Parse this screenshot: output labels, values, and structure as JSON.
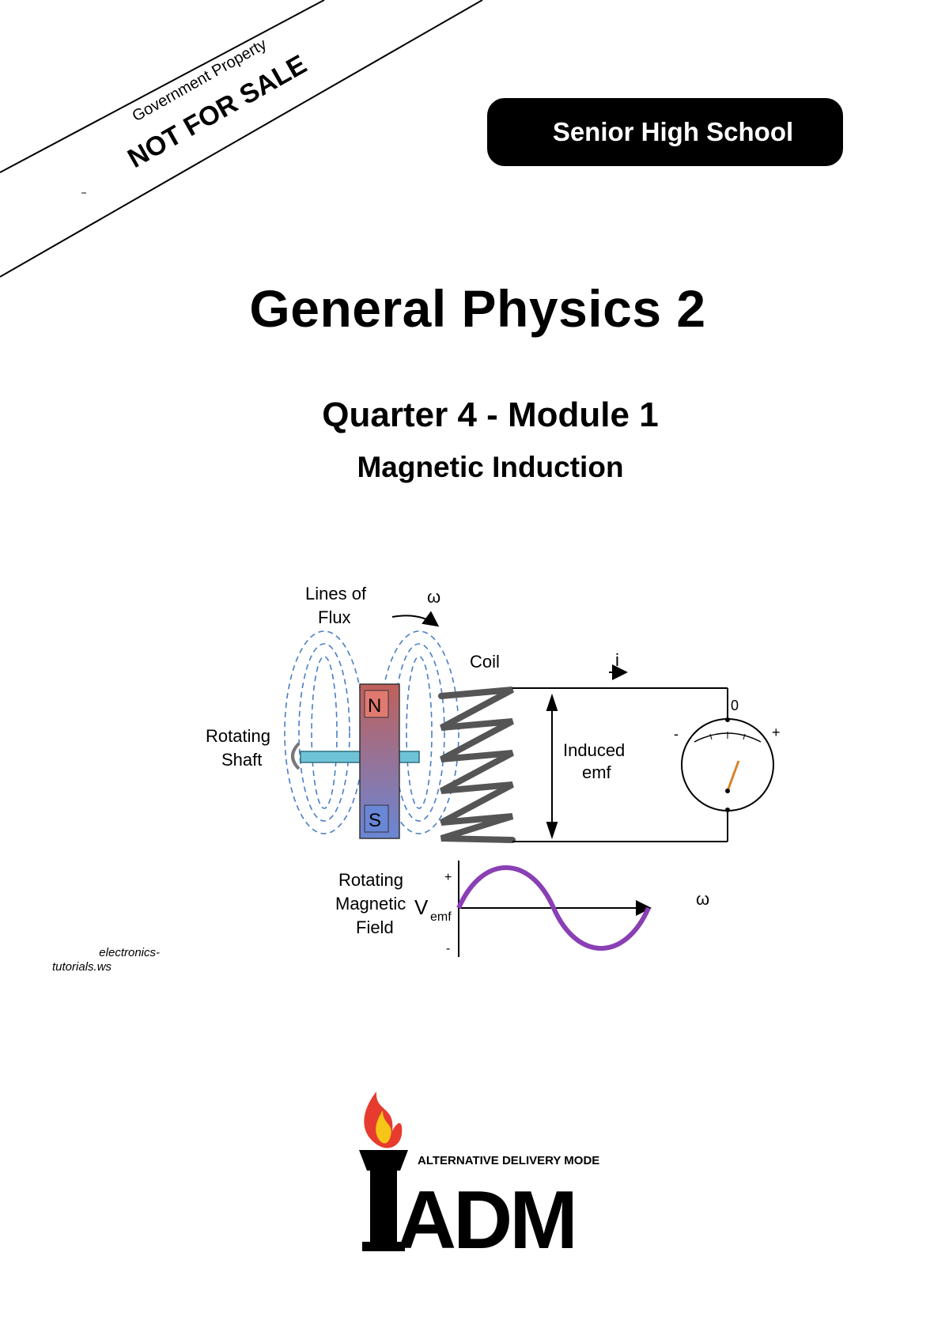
{
  "banner": {
    "property_text": "Government Property",
    "sale_text": "NOT FOR SALE"
  },
  "badge": {
    "label": "Senior High School"
  },
  "title": "General Physics 2",
  "module": {
    "quarter_line": "Quarter 4 - Module 1",
    "topic": "Magnetic Induction"
  },
  "diagram": {
    "lines_of_flux_1": "Lines of",
    "lines_of_flux_2": "Flux",
    "omega_top": "ω",
    "coil": "Coil",
    "current": "i",
    "meter_zero": "0",
    "meter_minus": "-",
    "meter_plus": "+",
    "rotating_shaft_1": "Rotating",
    "rotating_shaft_2": "Shaft",
    "north": "N",
    "south": "S",
    "induced_1": "Induced",
    "induced_2": "emf",
    "rotating_field_1": "Rotating",
    "rotating_field_2": "Magnetic",
    "rotating_field_3": "Field",
    "graph_plus": "+",
    "graph_minus": "-",
    "vemf_v": "V",
    "vemf_sub": "emf",
    "omega_axis": "ω",
    "colors": {
      "flux": "#4a7fc4",
      "shaft": "#6fc3d6",
      "coil": "#555555",
      "wave": "#8a3fb5",
      "needle": "#d9822b"
    }
  },
  "credit": {
    "line1": "electronics-",
    "line2": "tutorials.ws"
  },
  "logo": {
    "subtitle": "ALTERNATIVE DELIVERY MODE",
    "letters": "ADM",
    "colors": {
      "flame_outer": "#e63b2e",
      "flame_inner": "#f5c518"
    }
  }
}
